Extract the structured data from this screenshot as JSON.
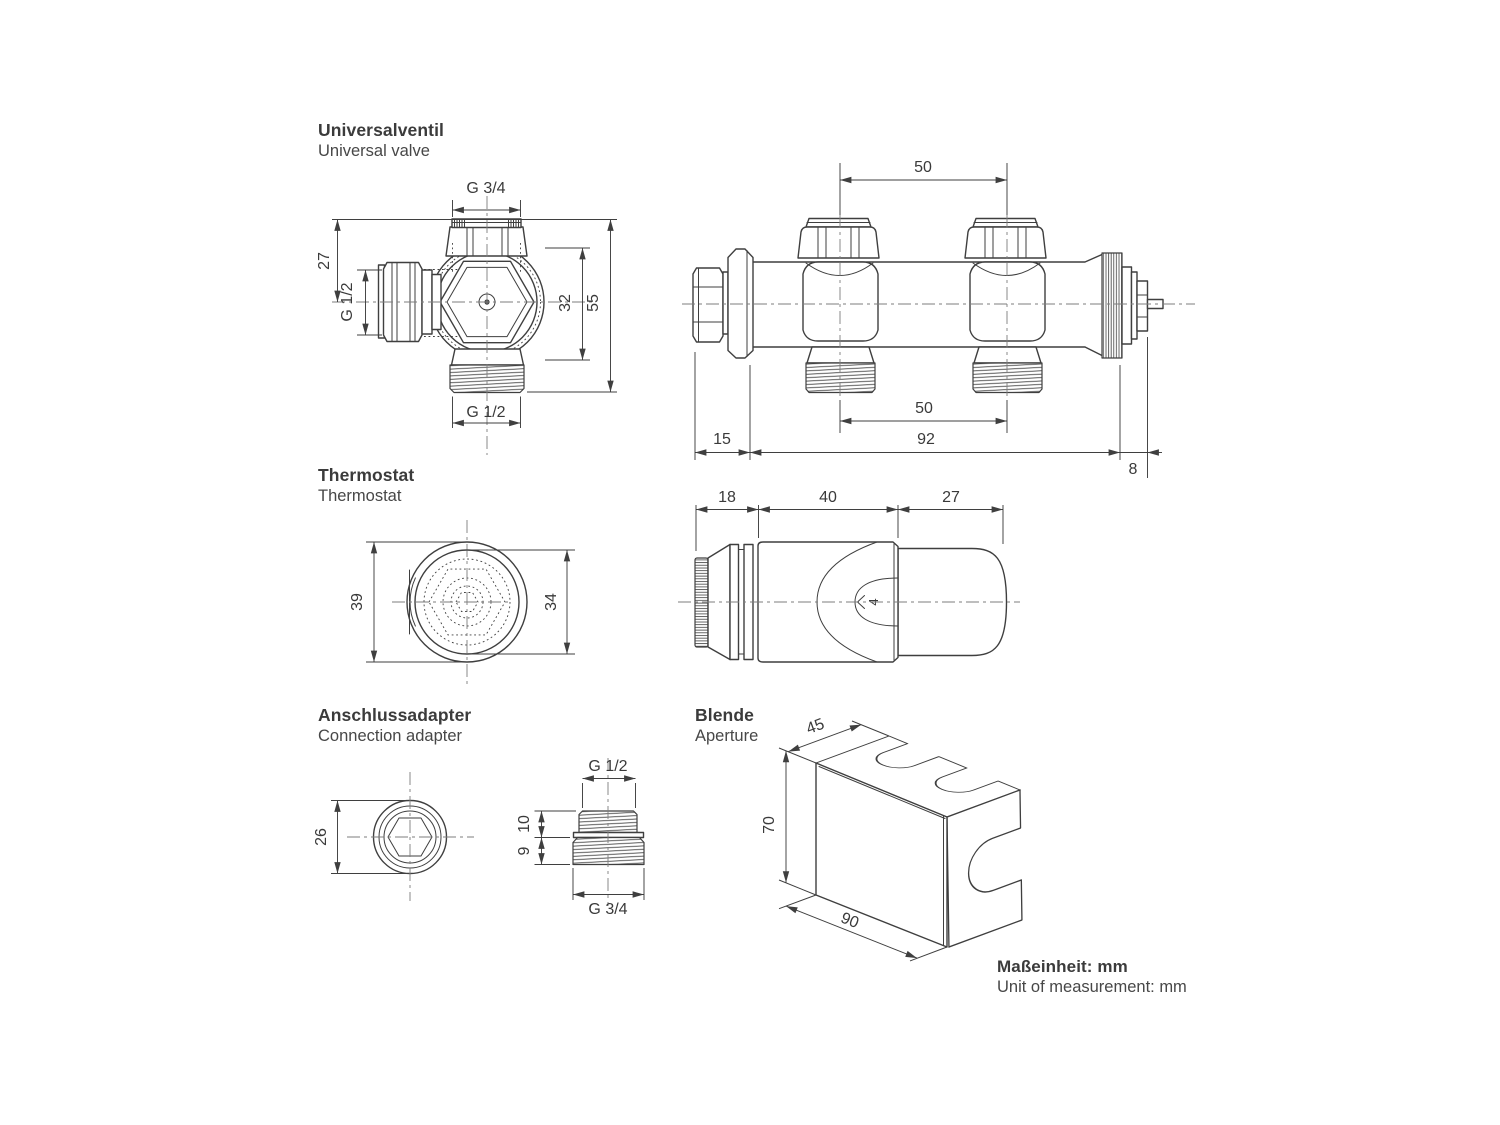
{
  "colors": {
    "line": "#3f3f3f",
    "centerline": "#7d7d7d",
    "text": "#3a3a3a",
    "background": "#ffffff"
  },
  "valve": {
    "title_de": "Universalventil",
    "title_en": "Universal valve",
    "front": {
      "thread_top": "G 3/4",
      "dim_top_offset": "27",
      "thread_side": "G 1/2",
      "dim_inner_height": "32",
      "dim_total_height": "55",
      "thread_bottom": "G 1/2"
    },
    "side": {
      "dim_top_pitch": "50",
      "dim_bottom_pitch": "50",
      "dim_left": "15",
      "dim_body_length": "92",
      "dim_right": "8"
    }
  },
  "thermostat": {
    "title_de": "Thermostat",
    "title_en": "Thermostat",
    "front": {
      "dim_outer_diameter": "39",
      "dim_inner_diameter": "34"
    },
    "side": {
      "dim_cap": "18",
      "dim_body": "40",
      "dim_head": "27",
      "setting_mark": "4"
    }
  },
  "adapter": {
    "title_de": "Anschlussadapter",
    "title_en": "Connection adapter",
    "front": {
      "dim_diameter": "26"
    },
    "side": {
      "thread_top": "G 1/2",
      "dim_upper": "10",
      "dim_lower": "9",
      "thread_bottom": "G 3/4"
    }
  },
  "aperture": {
    "title_de": "Blende",
    "title_en": "Aperture",
    "iso": {
      "dim_depth": "45",
      "dim_height": "70",
      "dim_width": "90"
    }
  },
  "footer": {
    "unit_de": "Maßeinheit: mm",
    "unit_en": "Unit of measurement: mm"
  }
}
